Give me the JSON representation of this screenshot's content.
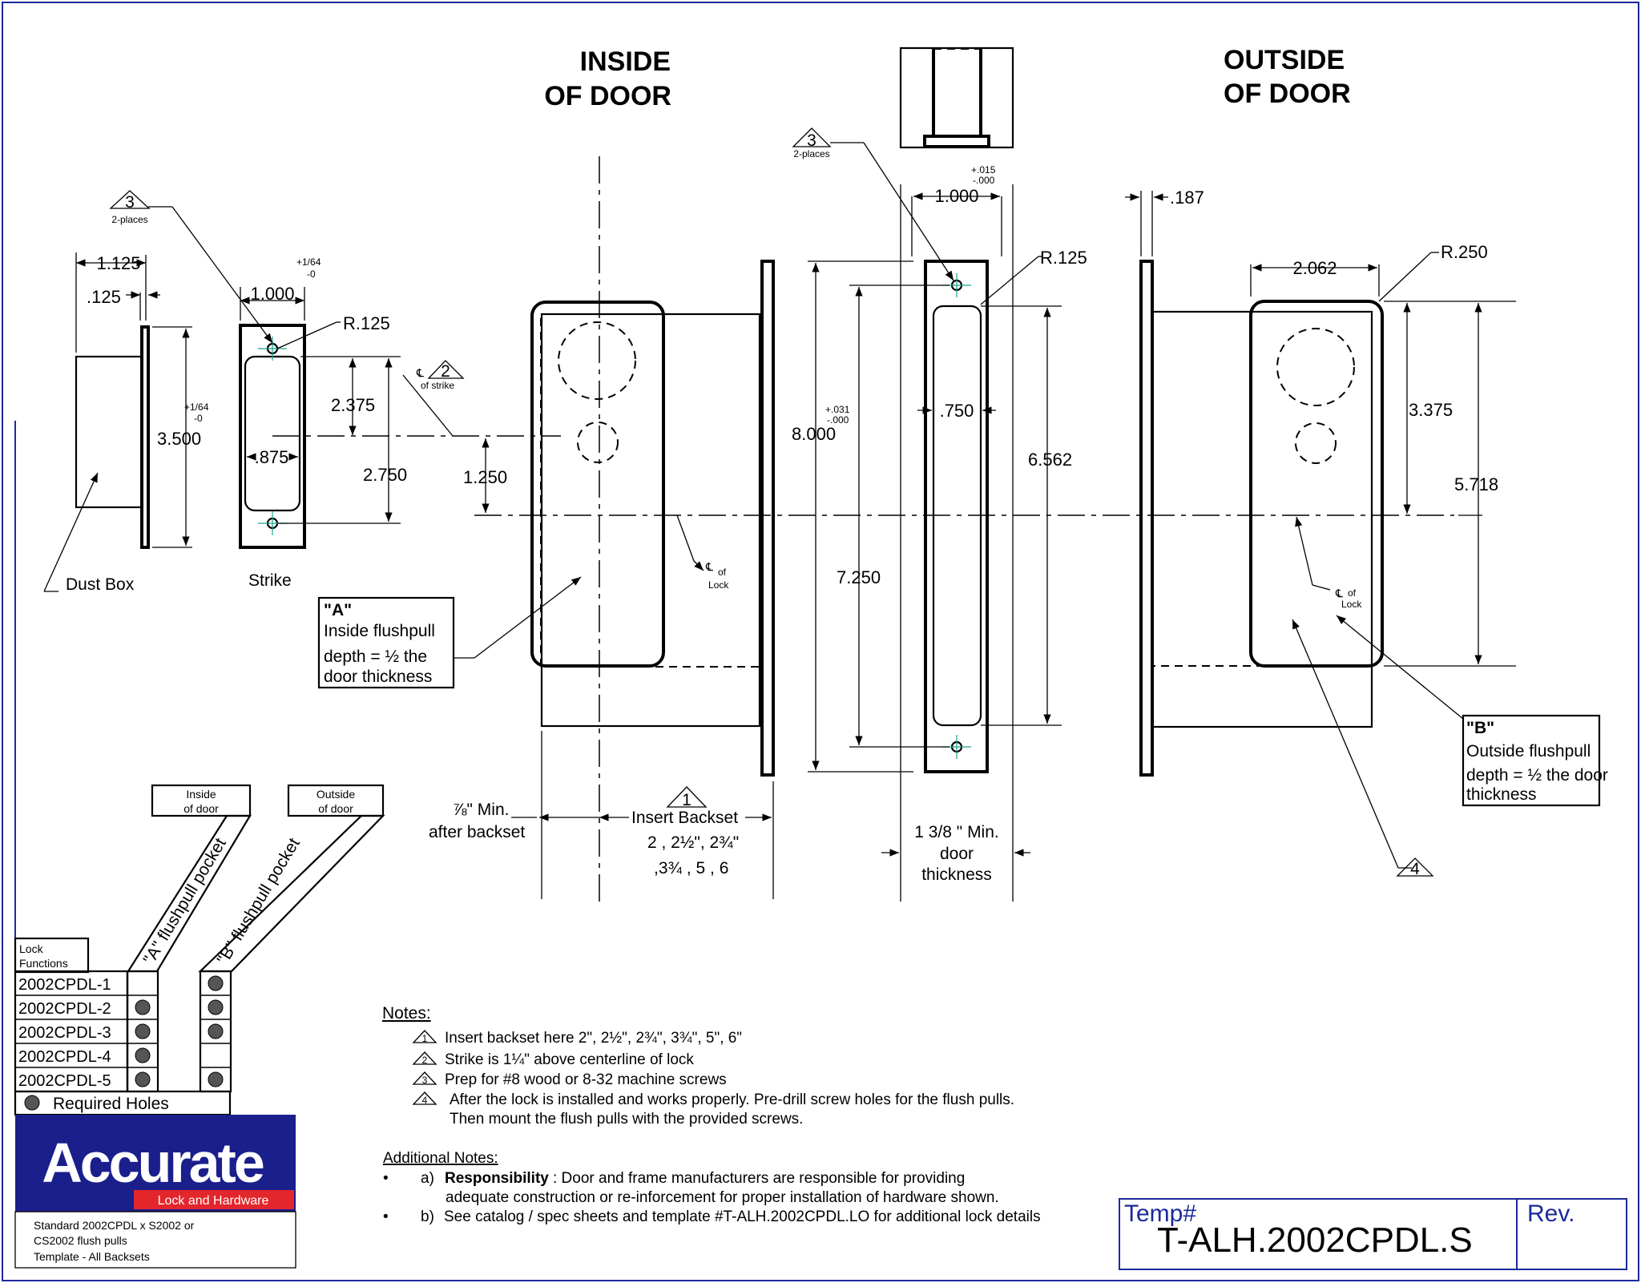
{
  "headings": {
    "inside_line1": "INSIDE",
    "inside_line2": "OF DOOR",
    "outside_line1": "OUTSIDE",
    "outside_line2": "OF DOOR"
  },
  "labels": {
    "dust_box": "Dust Box",
    "strike": "Strike",
    "places": "2-places",
    "of_strike": "of strike",
    "cl_of": "of",
    "lock": "Lock"
  },
  "dims": {
    "d1125": "1.125",
    "d125": ".125",
    "d1000a": "1.000",
    "tol164p": "+1/64",
    "tol164m": "-0",
    "d3500": "3.500",
    "r125": "R.125",
    "d2375": "2.375",
    "d875": ".875",
    "d2750": "2.750",
    "d1250": "1.250",
    "tol015p": "+.015",
    "tol015m": "-.000",
    "d1000b": "1.000",
    "d187": ".187",
    "d8000": "8.000",
    "tol031p": "+.031",
    "tol031m": "-.000",
    "d750": ".750",
    "d6562": "6.562",
    "d7250": "7.250",
    "d2062": "2.062",
    "r250": "R.250",
    "d3375": "3.375",
    "d5718": "5.718"
  },
  "callouts": {
    "a_title": "\"A\"",
    "a_line1": "Inside flushpull",
    "a_line2": "depth = ½ the",
    "a_line3": "door thickness",
    "b_title": "\"B\"",
    "b_line1": "Outside flushpull",
    "b_line2": "depth = ½ the door",
    "b_line3": "thickness"
  },
  "backset": {
    "min_line1": "⅞\" Min.",
    "min_line2": "after backset",
    "insert": "Insert Backset",
    "values1": "2 , 2½\", 2¾\"",
    "values2": ",3¾ , 5 , 6",
    "door_line1": "1 3/8 \" Min.",
    "door_line2": "door",
    "door_line3": "thickness"
  },
  "triangles": {
    "t1": "1",
    "t2": "2",
    "t3": "3",
    "t4": "4"
  },
  "lock_table": {
    "header_line1": "Lock",
    "header_line2": "Functions",
    "inside_line1": "Inside",
    "inside_line2": "of door",
    "outside_line1": "Outside",
    "outside_line2": "of door",
    "a_pocket": "\"A\" flushpull pocket",
    "b_pocket": "\"B\" flushpull pocket",
    "rows": [
      {
        "name": "2002CPDL-1",
        "a": false,
        "b": true
      },
      {
        "name": "2002CPDL-2",
        "a": true,
        "b": true
      },
      {
        "name": "2002CPDL-3",
        "a": true,
        "b": true
      },
      {
        "name": "2002CPDL-4",
        "a": true,
        "b": false
      },
      {
        "name": "2002CPDL-5",
        "a": true,
        "b": true
      }
    ],
    "legend": "Required Holes"
  },
  "notes": {
    "title": "Notes:",
    "items": [
      "Insert backset here 2\", 2½\", 2¾\", 3¾\", 5\", 6\"",
      "Strike is 1¼\" above centerline of lock",
      "Prep for #8 wood or 8-32 machine screws",
      "After the lock is installed and works properly. Pre-drill screw holes for the flush pulls.",
      "Then mount the flush pulls with the provided screws."
    ]
  },
  "additional": {
    "title": "Additional Notes:",
    "a_prefix": "a)",
    "a_bold": "Responsibility",
    "a_text": ": Door and frame manufacturers are responsible for providing",
    "a_text2": "adequate construction or re-inforcement for proper installation of hardware shown.",
    "b_prefix": "b)",
    "b_text": "See catalog / spec sheets and template #T-ALH.2002CPDL.LO for additional lock details"
  },
  "logo": {
    "name": "Accurate",
    "sub": "Lock and Hardware",
    "bg": "#1a1f8c",
    "accent": "#e3262c",
    "desc1": "Standard 2002CPDL x S2002 or",
    "desc2": "CS2002 flush pulls",
    "desc3": "Template - All Backsets"
  },
  "title_block": {
    "temp_label": "Temp#",
    "number": "T-ALH.2002CPDL.S",
    "rev_label": "Rev.",
    "color": "#1b2a9a"
  }
}
